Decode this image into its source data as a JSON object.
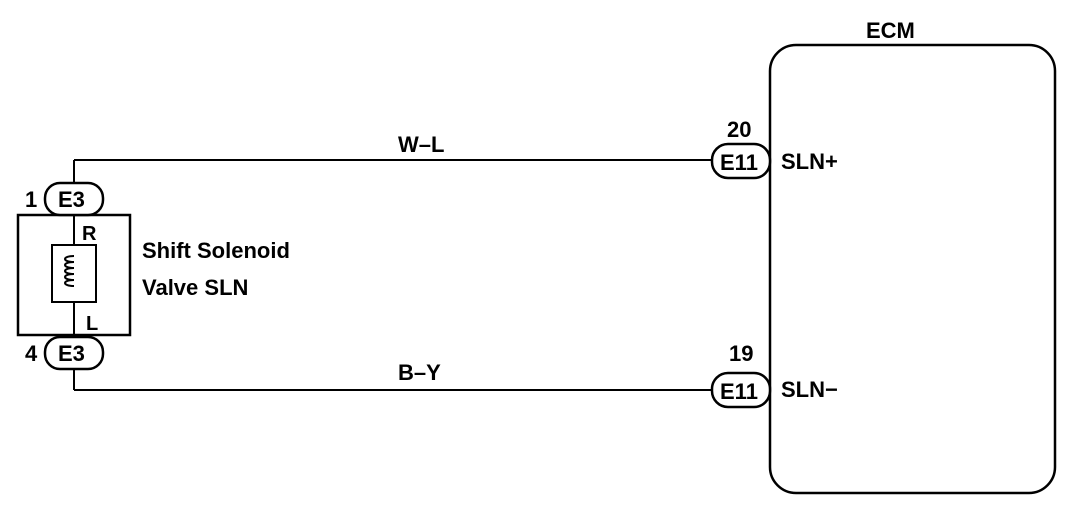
{
  "ecm": {
    "title": "ECM",
    "pin_plus_label": "SLN+",
    "pin_minus_label": "SLN−",
    "connector_top": "E11",
    "connector_bottom": "E11",
    "pin_top_number": "20",
    "pin_bottom_number": "19"
  },
  "solenoid": {
    "label_line1": "Shift Solenoid",
    "label_line2": "Valve SLN",
    "connector_top": "E3",
    "connector_bottom": "E3",
    "pin_top_number": "1",
    "pin_bottom_number": "4",
    "terminal_top": "R",
    "terminal_bottom": "L"
  },
  "wires": {
    "top_color_code": "W–L",
    "bottom_color_code": "B–Y"
  }
}
